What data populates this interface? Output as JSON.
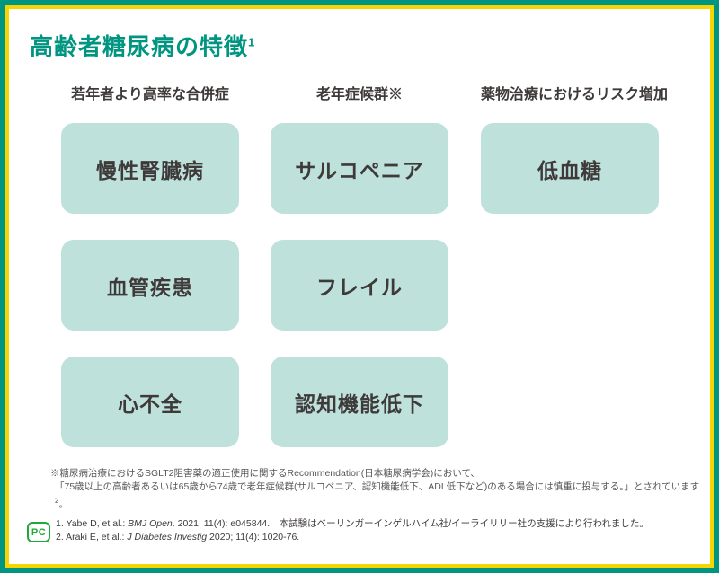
{
  "page": {
    "title": "高齢者糖尿病の特徴",
    "title_sup": "1"
  },
  "colors": {
    "teal": "#009580",
    "yellow": "#f5d600",
    "box-fill": "#bfe1dc",
    "text-dark": "#3e3a39",
    "footnote-gray": "#595757",
    "logo-green": "#1eaa39"
  },
  "columns": [
    {
      "header": "若年者より高率な合併症",
      "boxes": [
        "慢性腎臓病",
        "血管疾患",
        "心不全"
      ]
    },
    {
      "header": "老年症候群※",
      "boxes": [
        "サルコペニア",
        "フレイル",
        "認知機能低下"
      ]
    },
    {
      "header": "薬物治療におけるリスク増加",
      "boxes": [
        "低血糖"
      ]
    }
  ],
  "footnote": {
    "line1": "※糖尿病治療におけるSGLT2阻害薬の適正使用に関するRecommendation(日本糖尿病学会)において、",
    "line2": "「75歳以上の高齢者あるいは65歳から74歳で老年症候群(サルコペニア、認知機能低下、ADL低下など)のある場合には慎重に投与する。」とされています",
    "line2_sup": "2",
    "line2_end": "。"
  },
  "references": [
    {
      "prefix": "1. Yabe D, et al.: ",
      "journal": "BMJ Open",
      "suffix": ". 2021; 11(4): e045844.　本試験はベーリンガーインゲルハイム社/イーライリリー社の支援により行われました。"
    },
    {
      "prefix": "2. Araki E, et al.: ",
      "journal": "J Diabetes Investig",
      "suffix": " 2020; 11(4): 1020-76."
    }
  ],
  "logo": {
    "label": "PC"
  }
}
